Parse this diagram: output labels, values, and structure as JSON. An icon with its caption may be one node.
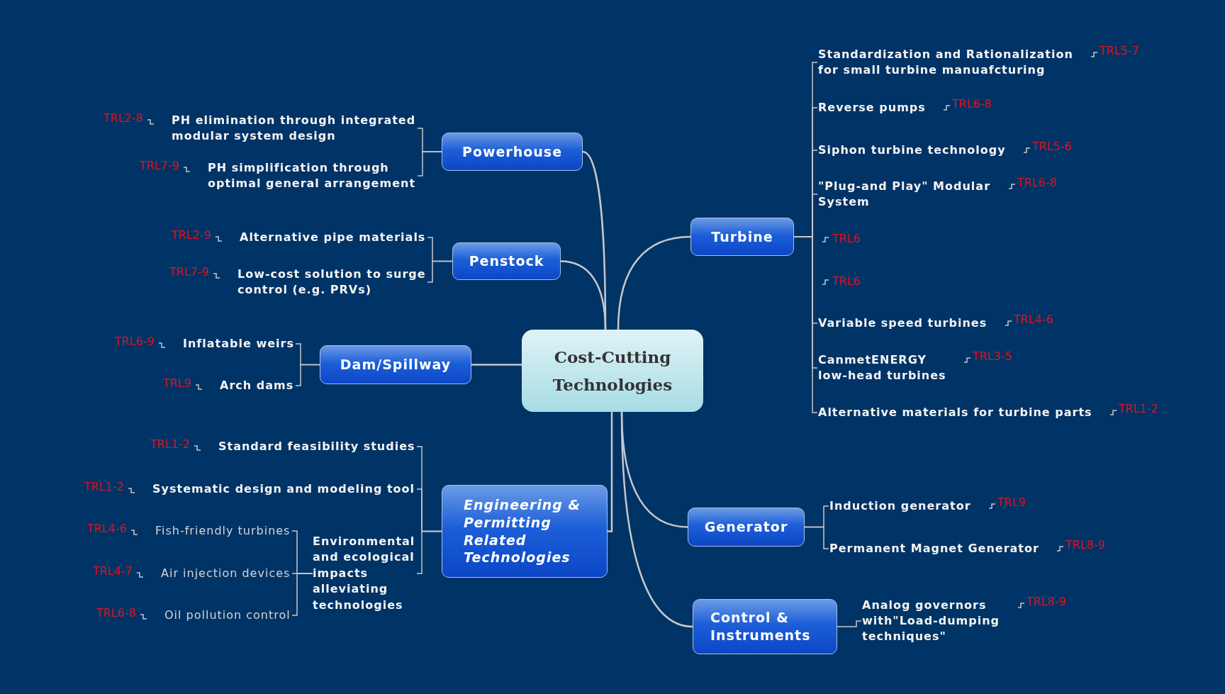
{
  "diagram": {
    "nodes": [
      {
        "text": [
          "Cost-Cutting Technologies"
        ]
      },
      {
        "text": [
          "Powerhouse"
        ]
      },
      {
        "text": [
          "PH elimination through integrated modular system design"
        ],
        "beside": [
          "TRL2-8"
        ]
      },
      {
        "text": [
          "PH simplification through optimal general arrangement"
        ],
        "beside": [
          "TRL7-9"
        ]
      },
      {
        "text": [
          "Penstock"
        ]
      },
      {
        "text": [
          "Alternative pipe materials"
        ],
        "beside": [
          "TRL2-9"
        ]
      },
      {
        "text": [
          "Low-cost solution to surge control (e.g. PRVs)"
        ],
        "beside": [
          "TRL7-9"
        ]
      },
      {
        "text": [
          "Dam/Spillway"
        ]
      },
      {
        "text": [
          "Inflatable weirs"
        ],
        "beside": [
          "TRL6-9"
        ]
      },
      {
        "text": [
          "Arch dams"
        ],
        "beside": [
          "TRL9"
        ]
      },
      {
        "text": [
          "Engineering & Permitting Related Technologies"
        ]
      },
      {
        "text": [
          "Standard feasibility studies"
        ],
        "beside": [
          "TRL1-2"
        ]
      },
      {
        "text": [
          "Systematic design and modeling tool"
        ],
        "beside": [
          "TRL1-2"
        ]
      },
      {
        "text": [
          "Environmental and ecological impacts alleviating technologies"
        ]
      },
      {
        "text": [
          "Fish-friendly turbines"
        ],
        "beside": [
          "TRL4-6"
        ]
      },
      {
        "text": [
          "Air injection devices"
        ],
        "beside": [
          "TRL4-7"
        ]
      },
      {
        "text": [
          "Oil pollution control"
        ],
        "beside": [
          "TRL6-8"
        ]
      },
      {
        "text": [
          "Turbine"
        ]
      },
      {
        "text": [
          "Standardization and Rationalization for small turbine manuafcturing"
        ],
        "beside": [
          "TRL5-7"
        ]
      },
      {
        "text": [
          "Reverse pumps"
        ],
        "beside": [
          "TRL6-8"
        ]
      },
      {
        "text": [
          "Siphon turbine technology"
        ],
        "beside": [
          "TRL5-6"
        ]
      },
      {
        "text": [
          "\"Plug-and Play\" Modular System"
        ],
        "beside": [
          "TRL6-8"
        ]
      },
      {
        "text": [
          "Variable speed turbines"
        ],
        "beside": [
          "TRL4-6"
        ]
      },
      {
        "text": [
          "CanmetENERGY low-head turbines"
        ],
        "beside": [
          "TRL3-5"
        ]
      },
      {
        "text": [
          "Alternative materials for turbine parts"
        ],
        "beside": [
          "TRL1-2"
        ]
      },
      {
        "text": [
          "Generator"
        ]
      },
      {
        "text": [
          "Induction generator"
        ],
        "beside": [
          "TRL9"
        ]
      },
      {
        "text": [
          "Permanent Magnet Generator"
        ],
        "beside": [
          "TRL8-9"
        ]
      },
      {
        "text": [
          "Control & Instruments"
        ]
      },
      {
        "text": [
          "Analog governors with\"Load-dumping techniques\""
        ],
        "beside": [
          "TRL8-9"
        ]
      }
    ],
    "edges": [
      {
        "from": 0,
        "to": 1,
        "arrow": "none"
      },
      {
        "from": 1,
        "to": 2,
        "arrow": "none"
      },
      {
        "from": 1,
        "to": 3,
        "arrow": "none"
      },
      {
        "from": 0,
        "to": 4,
        "arrow": "none"
      },
      {
        "from": 4,
        "to": 5,
        "arrow": "none"
      },
      {
        "from": 4,
        "to": 6,
        "arrow": "none"
      },
      {
        "from": 0,
        "to": 7,
        "arrow": "none"
      },
      {
        "from": 7,
        "to": 8,
        "arrow": "none"
      },
      {
        "from": 7,
        "to": 9,
        "arrow": "none"
      },
      {
        "from": 0,
        "to": 10,
        "arrow": "none"
      },
      {
        "from": 10,
        "to": 11,
        "arrow": "none"
      },
      {
        "from": 10,
        "to": 12,
        "arrow": "none"
      },
      {
        "from": 10,
        "to": 13,
        "arrow": "none"
      },
      {
        "from": 13,
        "to": 14,
        "arrow": "none"
      },
      {
        "from": 13,
        "to": 15,
        "arrow": "none"
      },
      {
        "from": 13,
        "to": 16,
        "arrow": "none"
      },
      {
        "from": 0,
        "to": 17,
        "arrow": "none"
      },
      {
        "from": 17,
        "to": 18,
        "arrow": "none"
      },
      {
        "from": 17,
        "to": 19,
        "arrow": "none"
      },
      {
        "from": 17,
        "to": 20,
        "arrow": "none"
      },
      {
        "from": 17,
        "to": 21,
        "arrow": "none"
      },
      {
        "from": 17,
        "to": 22,
        "arrow": "none"
      },
      {
        "from": 17,
        "to": 23,
        "arrow": "none"
      },
      {
        "from": 17,
        "to": 24,
        "arrow": "none"
      },
      {
        "from": 0,
        "to": 25,
        "arrow": "none"
      },
      {
        "from": 25,
        "to": 26,
        "arrow": "none"
      },
      {
        "from": 25,
        "to": 27,
        "arrow": "none"
      },
      {
        "from": 0,
        "to": 28,
        "arrow": "none"
      },
      {
        "from": 28,
        "to": 29,
        "arrow": "none"
      }
    ],
    "labels": [
      "TRL6",
      "TRL6"
    ]
  }
}
